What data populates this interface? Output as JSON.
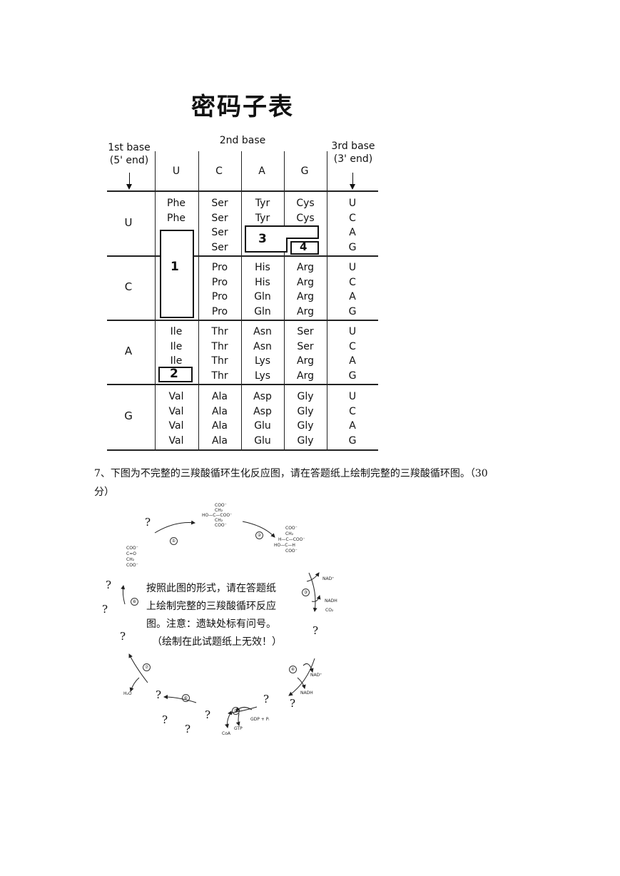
{
  "codon_table": {
    "title": "密码子表",
    "first_base_label": [
      "1st base",
      "(5' end)"
    ],
    "second_base_label": "2nd base",
    "third_base_label": [
      "3rd base",
      "(3' end)"
    ],
    "second_bases": [
      "U",
      "C",
      "A",
      "G"
    ],
    "first_bases": [
      "U",
      "C",
      "A",
      "G"
    ],
    "rows": [
      {
        "first": "U",
        "cells": [
          [
            "Phe",
            "Phe",
            "",
            ""
          ],
          [
            "Ser",
            "Ser",
            "Ser",
            "Ser"
          ],
          [
            "Tyr",
            "Tyr",
            "",
            ""
          ],
          [
            "Cys",
            "Cys",
            "",
            ""
          ]
        ],
        "third": [
          "U",
          "C",
          "A",
          "G"
        ]
      },
      {
        "first": "C",
        "cells": [
          [
            "",
            "",
            "",
            ""
          ],
          [
            "Pro",
            "Pro",
            "Pro",
            "Pro"
          ],
          [
            "His",
            "His",
            "Gln",
            "Gln"
          ],
          [
            "Arg",
            "Arg",
            "Arg",
            "Arg"
          ]
        ],
        "third": [
          "U",
          "C",
          "A",
          "G"
        ]
      },
      {
        "first": "A",
        "cells": [
          [
            "Ile",
            "Ile",
            "Ile",
            ""
          ],
          [
            "Thr",
            "Thr",
            "Thr",
            "Thr"
          ],
          [
            "Asn",
            "Asn",
            "Lys",
            "Lys"
          ],
          [
            "Ser",
            "Ser",
            "Arg",
            "Arg"
          ]
        ],
        "third": [
          "U",
          "C",
          "A",
          "G"
        ]
      },
      {
        "first": "G",
        "cells": [
          [
            "Val",
            "Val",
            "Val",
            "Val"
          ],
          [
            "Ala",
            "Ala",
            "Ala",
            "Ala"
          ],
          [
            "Asp",
            "Asp",
            "Glu",
            "Glu"
          ],
          [
            "Gly",
            "Gly",
            "Gly",
            "Gly"
          ]
        ],
        "third": [
          "U",
          "C",
          "A",
          "G"
        ]
      }
    ],
    "blank_boxes": [
      "1",
      "2",
      "3",
      "4"
    ]
  },
  "question": {
    "line1": "7、下图为不完整的三羧酸循环生化反应图，请在答题纸上绘制完整的三羧酸循环图。（30",
    "line2": "分）"
  },
  "tca_diagram": {
    "instructions": [
      "按照此图的形式，请在答题纸",
      "上绘制完整的三羧酸循环反应",
      "图。注意：遗缺处标有问号。",
      "（绘制在此试题纸上无效！）"
    ],
    "unknown_mark": "?",
    "step_numbers": [
      "①",
      "②",
      "③",
      "④",
      "⑤",
      "⑥",
      "⑦",
      "⑧"
    ],
    "cofactors": {
      "nad_a": "NAD⁺",
      "nadh_a": "NADH",
      "co2": "CO₂",
      "nad_b": "NAD⁺",
      "nadh_b": "NADH",
      "gdp": "GDP + Pᵢ",
      "gtp": "GTP",
      "coa": "CoA",
      "h2o": "H₂O"
    },
    "citrate": [
      "COO⁻",
      "CH₂",
      "HO—C—COO⁻",
      "CH₂",
      "COO⁻"
    ],
    "isocitrate": [
      "COO⁻",
      "CH₂",
      "H—C—COO⁻",
      "HO—C—H",
      "COO⁻"
    ],
    "oxaloacetate": [
      "COO⁻",
      "C=O",
      "CH₂",
      "COO⁻"
    ]
  }
}
